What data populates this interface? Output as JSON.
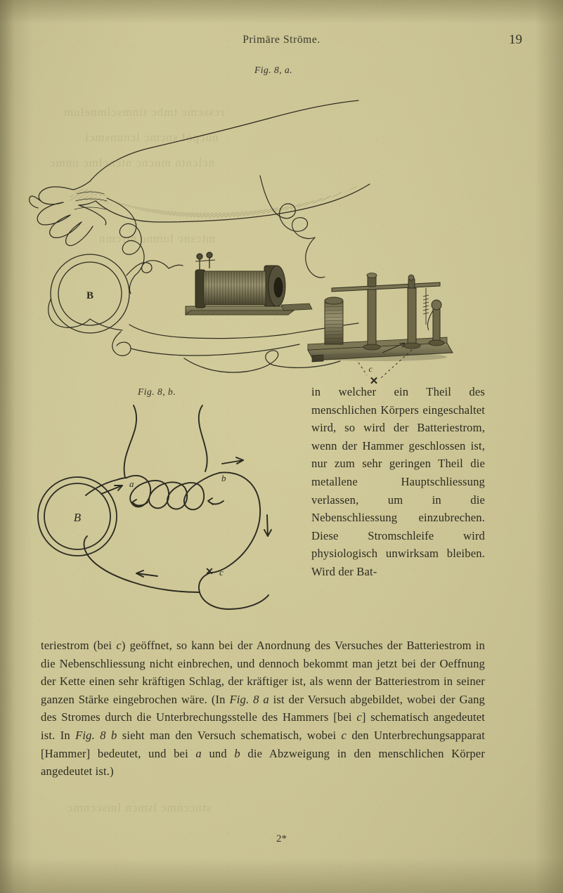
{
  "document": {
    "language": "German",
    "running_head": "Primäre Ströme.",
    "page_number": "19",
    "signature_mark": "2*"
  },
  "figures": [
    {
      "id": "fig-8a",
      "caption": "Fig. 8, a.",
      "description": "engraving of a human arm and hand with wires attached, connected to an induction coil and a Wagner hammer interrupter apparatus on a stand",
      "labels": {
        "battery": "B",
        "interrupter": "c",
        "cross_mark": "✕"
      }
    },
    {
      "id": "fig-8b",
      "caption": "Fig. 8, b.",
      "description": "schematic circuit diagram: battery B connected to a helical coil with branch points a and b, and interrupter point c marked with a cross",
      "labels": {
        "battery": "B",
        "branch_a": "a",
        "branch_b": "b",
        "interrupter": "c",
        "cross_mark": "✕"
      }
    }
  ],
  "body": {
    "column_right_html": "in welcher ein Theil des menschlichen Körpers eingeschaltet wird, so wird der Batteriestrom, wenn der Hammer geschlossen ist, nur zum sehr geringen Theil die metallene Hauptschliessung verlassen, um in die Nebenschliessung einzubrechen. Diese Stromschleife wird physiologisch unwirksam bleiben. Wird der Bat-",
    "paragraph_full_html": "teriestrom (bei <i>c</i>) geöffnet, so kann bei der Anordnung des Versuches der Batteriestrom in die Nebenschliessung nicht einbrechen, und dennoch bekommt man jetzt bei der Oeffnung der Kette einen sehr kräftigen Schlag, der kräftiger ist, als wenn der Batteriestrom in seiner ganzen Stärke eingebrochen wäre. (In <i>Fig. 8 a</i> ist der Versuch abgebildet, wobei der Gang des Stromes durch die Unterbrechungsstelle des Hammers [bei <i>c</i>] schematisch angedeutet ist. In <i>Fig. 8 b</i> sieht man den Versuch schematisch, wobei <i>c</i> den Unterbrechungsapparat [Hammer] bedeutet, und bei <i>a</i> und <i>b</i> die Abzweigung in den menschlichen Körper angedeutet ist.)"
  },
  "colors": {
    "paper": "#c9c293",
    "ink": "#2c2b22",
    "paper_shadow": "#8a8258"
  }
}
